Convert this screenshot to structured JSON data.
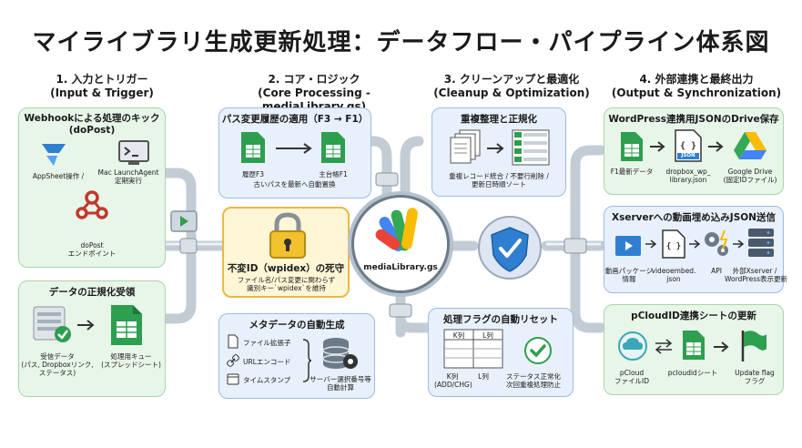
{
  "title": "マイライブラリ生成更新処理：データフロー・パイプライン体系図",
  "columns": [
    {
      "line1": "1. 入力とトリガー",
      "line2": "(Input & Trigger)"
    },
    {
      "line1": "2. コア・ロジック",
      "line2": "(Core Processing - mediaLibrary.gs)"
    },
    {
      "line1": "3. クリーンアップと最適化",
      "line2": "(Cleanup & Optimization)"
    },
    {
      "line1": "4. 外部連携と最終出力",
      "line2": "(Output & Synchronization)"
    }
  ],
  "input_trigger": {
    "heading1": "Webhookによる処理のキック",
    "heading2": "(doPost)",
    "appsheet": "AppSheet操作 /",
    "mac1": "Mac LaunchAgent",
    "mac2": "定期実行",
    "dopost1": "doPost",
    "dopost2": "エンドポイント"
  },
  "normalize": {
    "heading": "データの正規化受領",
    "recv1": "受信データ",
    "recv2": "(パス, Dropboxリンク,",
    "recv3": "ステータス)",
    "queue1": "処理用キュー",
    "queue2": "(スプレッドシート)"
  },
  "path_history": {
    "heading": "パス変更履歴の適用（F3 → F1）",
    "f3": "履歴F3",
    "f1": "主台帳F1",
    "note": "古いパスを最新へ自動置換"
  },
  "invariant": {
    "heading": "不変ID（wpidex）の死守",
    "note1": "ファイル名/パス変更に関わらず",
    "note2": "識別キー`wpidex`を維持"
  },
  "metadata": {
    "heading": "メタデータの自動生成",
    "ext": "ファイル拡張子",
    "url": "URLエンコード",
    "ts": "タイムスタンプ",
    "sel1": "サーバー選択番号等",
    "sel2": "自動計算"
  },
  "hub": {
    "label": "mediaLibrary.gs"
  },
  "dedupe": {
    "heading": "重複整理と正規化",
    "note1": "重複レコード統合 / 不要行削除 /",
    "note2": "更新日時順ソート"
  },
  "flag_reset": {
    "heading": "処理フラグの自動リセット",
    "colK": "K列",
    "colL": "L列",
    "k1": "K列",
    "k2": "(ADD/CHG)",
    "l1": "L列",
    "s1": "ステータス正常化",
    "s2": "次回重複処理防止"
  },
  "wordpress": {
    "heading": "WordPress連携用JSONのDrive保存",
    "f1": "F1最新データ",
    "json_badge": "JSON",
    "json1": "dropbox_wp_",
    "json2": "library.json",
    "gd1": "Google Drive",
    "gd2": "(固定IDファイル)"
  },
  "xserver": {
    "heading": "Xserverへの動画埋め込みJSON送信",
    "v1": "動画パッケージ",
    "v2": "情報",
    "e1": "videoembed.",
    "e2": "json",
    "api": "API",
    "o1": "外部Xserver /",
    "o2": "WordPress表示更新"
  },
  "pcloud": {
    "heading": "pCloudID連携シートの更新",
    "p1": "pCloud",
    "p2": "ファイルID",
    "sheet": "pcloudidシート",
    "u1": "Update flag",
    "u2": "フラグ"
  },
  "colors": {
    "green_box": "#e8f5e9",
    "blue_box": "#e8f0fb",
    "yellow_box": "#fff6d6",
    "sheet_green": "#2e9e4f",
    "pipe": "#c3ccd5",
    "shield": "#2f7fd1",
    "lock_gold": "#f2c12e"
  }
}
